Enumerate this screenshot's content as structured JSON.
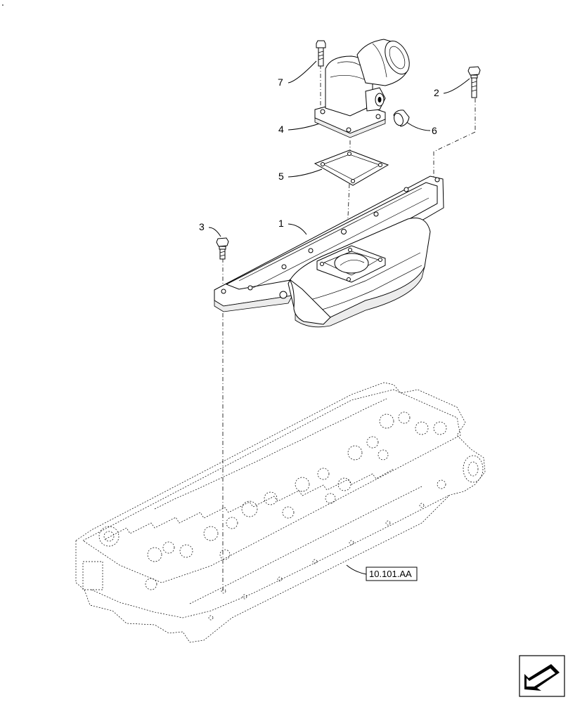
{
  "callouts": [
    {
      "id": "1",
      "label": "1"
    },
    {
      "id": "2",
      "label": "2"
    },
    {
      "id": "3",
      "label": "3"
    },
    {
      "id": "4",
      "label": "4"
    },
    {
      "id": "5",
      "label": "5"
    },
    {
      "id": "6",
      "label": "6"
    },
    {
      "id": "7",
      "label": "7"
    }
  ],
  "reference": {
    "label": "10.101.AA"
  },
  "corner_mark": "."
}
